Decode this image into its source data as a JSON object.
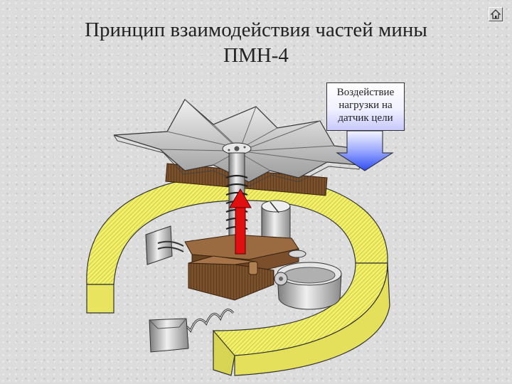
{
  "slide": {
    "title_line1": "Принцип взаимодействия частей мины",
    "title_line2": "ПМН-4"
  },
  "callout": {
    "line1": "Воздействие",
    "line2": "нагрузки на",
    "line3": "датчик цели"
  },
  "nav": {
    "home_icon": "home-icon"
  },
  "colors": {
    "background": "#dcdcdc",
    "ring": "#f2f06a",
    "pressure_plate": "#d0d0d0",
    "base": "#8a5a35",
    "load_arrow": "#3050f0",
    "motion_arrow": "#e01010"
  }
}
